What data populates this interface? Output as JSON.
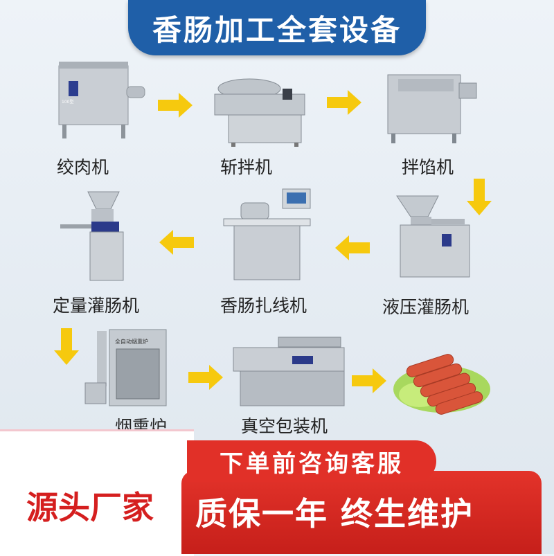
{
  "title": "香肠加工全套设备",
  "machines": [
    {
      "label": "绞肉机",
      "plate": "100型"
    },
    {
      "label": "斩拌机"
    },
    {
      "label": "拌馅机"
    },
    {
      "label": "液压灌肠机"
    },
    {
      "label": "香肠扎线机"
    },
    {
      "label": "定量灌肠机"
    },
    {
      "label": "烟熏炉",
      "sign": "全自动烟熏炉"
    },
    {
      "label": "真空包装机"
    }
  ],
  "footer": {
    "pill": "下单前咨询客服",
    "left": "源头厂家",
    "main": "质保一年  终生维护"
  },
  "colors": {
    "title_bg": "#1f5fa8",
    "arrow": "#f6c90e",
    "red": "#e13028"
  }
}
